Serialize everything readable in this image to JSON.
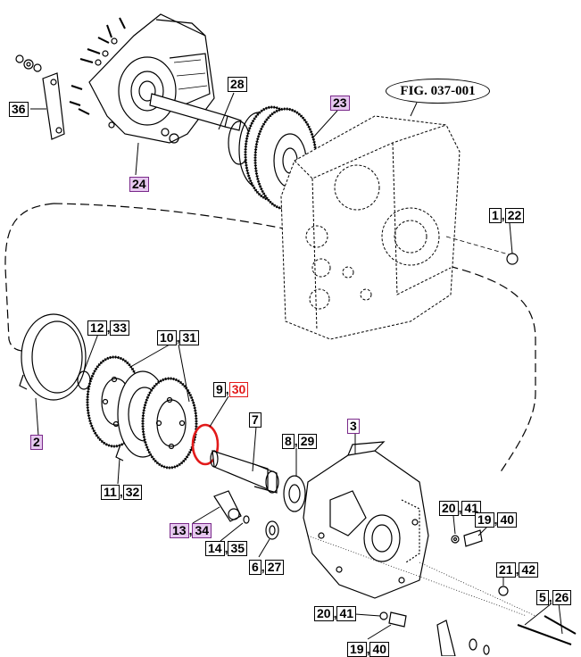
{
  "figure": {
    "label": "FIG. 037-001"
  },
  "colors": {
    "highlight": "#e6c8ef",
    "selected_ring": "#e21a1a",
    "line": "#000000"
  },
  "callouts": {
    "c36": {
      "a": "36"
    },
    "c28": {
      "a": "28"
    },
    "c23": {
      "a": "23"
    },
    "c24": {
      "a": "24"
    },
    "c1_22": {
      "a": "1",
      "b": "22"
    },
    "c12_33": {
      "a": "12",
      "b": "33"
    },
    "c10_31": {
      "a": "10",
      "b": "31"
    },
    "c9_30": {
      "a": "9",
      "b": "30"
    },
    "c7": {
      "a": "7"
    },
    "c3": {
      "a": "3"
    },
    "c8_29": {
      "a": "8",
      "b": "29"
    },
    "c2": {
      "a": "2"
    },
    "c11_32": {
      "a": "11",
      "b": "32"
    },
    "c13_34": {
      "a": "13",
      "b": "34"
    },
    "c14_35": {
      "a": "14",
      "b": "35"
    },
    "c6_27": {
      "a": "6",
      "b": "27"
    },
    "c20_41a": {
      "a": "20",
      "b": "41"
    },
    "c19_40a": {
      "a": "19",
      "b": "40"
    },
    "c21_42": {
      "a": "21",
      "b": "42"
    },
    "c5_26": {
      "a": "5",
      "b": "26"
    },
    "c20_41b": {
      "a": "20",
      "b": "41"
    },
    "c19_40b": {
      "a": "19",
      "b": "40"
    }
  }
}
